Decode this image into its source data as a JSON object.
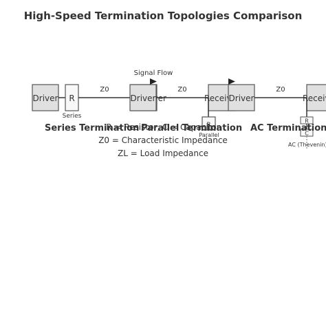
{
  "title": "High-Speed Termination Topologies Comparison",
  "signal_flow_label": "Signal Flow",
  "series": {
    "heading": "Series Termination",
    "driver_label": "Driver",
    "resistor_label": "R",
    "resistor_caption": "Series",
    "line_label": "Z0",
    "receiver_label": "Receiver"
  },
  "parallel": {
    "heading": "Parallel Termination",
    "driver_label": "Driver",
    "line_label": "Z0",
    "receiver_label": "Receiver",
    "resistor_label": "R",
    "resistor_caption": "Parallel"
  },
  "ac": {
    "heading": "AC Termination",
    "driver_label": "Driver",
    "line_label": "Z0",
    "receiver_label": "Receiver",
    "resistor_label": "R",
    "capacitor_label": "C",
    "caption": "AC (Thevenin)"
  },
  "legend": {
    "line1": "R = Resistor, C = Capacitor",
    "line2": "Z0 = Characteristic Impedance",
    "line3": "ZL = Load Impedance"
  },
  "colors": {
    "box_fill": "#e0e0e0",
    "box_stroke": "#555555",
    "line": "#333333",
    "text": "#333333",
    "resistor_fill": "#f8f8f8"
  }
}
